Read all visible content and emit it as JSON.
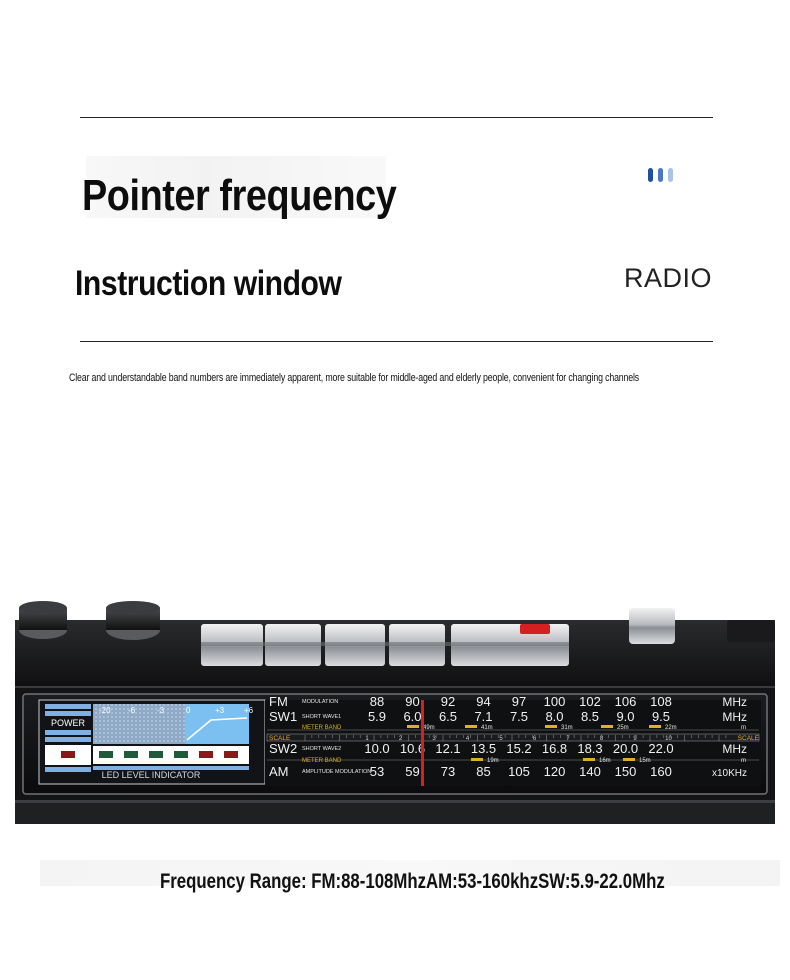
{
  "header": {
    "title_line1": "Pointer frequency",
    "title_line2": "Instruction window",
    "brand_label": "RADIO",
    "accent_dots": [
      "#1f4fa0",
      "#4a78c4",
      "#a9c3e6"
    ]
  },
  "description": "Clear and understandable band numbers are immediately apparent, more suitable for middle-aged and elderly people, convenient for changing channels",
  "radio_panel": {
    "power_label": "POWER",
    "level_ticks": [
      "-20",
      "-6",
      "-3",
      "0",
      "+3",
      "+6"
    ],
    "led_label": "LED LEVEL INDICATOR",
    "bands": [
      {
        "name": "FM",
        "subtitle": "MODULATION",
        "values": [
          "88",
          "90",
          "92",
          "94",
          "97",
          "100",
          "102",
          "106",
          "108"
        ],
        "unit": "MHz"
      },
      {
        "name": "SW1",
        "subtitle": "SHORT WAVE1",
        "values": [
          "5.9",
          "6.0",
          "6.5",
          "7.1",
          "7.5",
          "8.0",
          "8.5",
          "9.0",
          "9.5"
        ],
        "unit": "MHz"
      },
      {
        "name": "SW2",
        "subtitle": "SHORT WAVE2",
        "values": [
          "10.0",
          "10.6",
          "12.1",
          "13.5",
          "15.2",
          "16.8",
          "18.3",
          "20.0",
          "22.0"
        ],
        "unit": "MHz"
      },
      {
        "name": "AM",
        "subtitle": "AMPLITUDE MODULATION",
        "values": [
          "53",
          "59",
          "73",
          "85",
          "105",
          "120",
          "140",
          "150",
          "160"
        ],
        "unit": "x10KHz"
      }
    ],
    "meter_band_label": "METER BAND",
    "meter_bands_sw1": [
      "49m",
      "41m",
      "31m",
      "25m",
      "22m"
    ],
    "meter_bands_sw2": [
      "19m",
      "16m",
      "15m"
    ],
    "meter_unit": "m",
    "scale_label": "SCALE",
    "scale_numbers": [
      "1",
      "2",
      "3",
      "4",
      "5",
      "6",
      "7",
      "8",
      "9",
      "10"
    ],
    "pointer_color": "#d42020"
  },
  "footer": {
    "frequency_range": "Frequency Range: FM:88-108MhzAM:53-160khzSW:5.9-22.0Mhz"
  }
}
